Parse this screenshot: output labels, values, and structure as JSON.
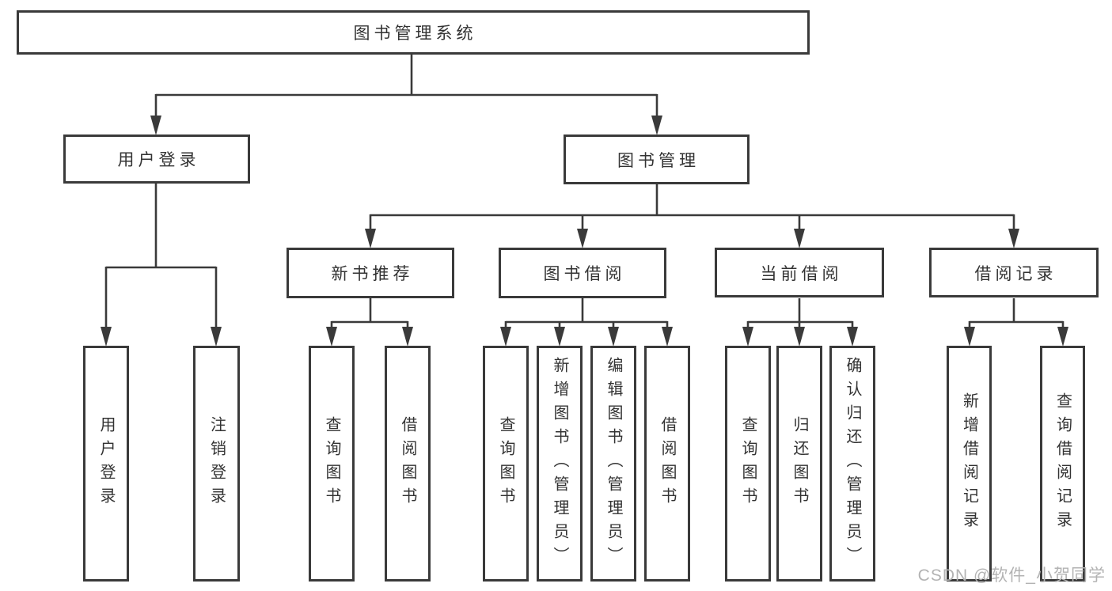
{
  "diagram": {
    "title": "图书管理系统",
    "colors": {
      "line": "#3a3a3a",
      "text": "#333333",
      "watermark": "#b3b3b3",
      "background": "#ffffff"
    },
    "nodes": {
      "root": {
        "label": "图书管理系统"
      },
      "level2": [
        {
          "label": "用户登录"
        },
        {
          "label": "图书管理"
        }
      ],
      "level3": [
        {
          "label": "新书推荐"
        },
        {
          "label": "图书借阅"
        },
        {
          "label": "当前借阅"
        },
        {
          "label": "借阅记录"
        }
      ],
      "leaves": [
        {
          "label": "用户登录",
          "parent": "用户登录"
        },
        {
          "label": "注销登录",
          "parent": "用户登录"
        },
        {
          "label": "查询图书",
          "parent": "新书推荐"
        },
        {
          "label": "借阅图书",
          "parent": "新书推荐"
        },
        {
          "label": "查询图书",
          "parent": "图书借阅"
        },
        {
          "label": "新增图书（管理员）",
          "parent": "图书借阅"
        },
        {
          "label": "编辑图书（管理员）",
          "parent": "图书借阅"
        },
        {
          "label": "借阅图书",
          "parent": "图书借阅"
        },
        {
          "label": "查询图书",
          "parent": "当前借阅"
        },
        {
          "label": "归还图书",
          "parent": "当前借阅"
        },
        {
          "label": "确认归还（管理员）",
          "parent": "当前借阅"
        },
        {
          "label": "新增借阅记录",
          "parent": "借阅记录"
        },
        {
          "label": "查询借阅记录",
          "parent": "借阅记录"
        }
      ]
    },
    "watermark": "CSDN @软件_小贺同学"
  }
}
